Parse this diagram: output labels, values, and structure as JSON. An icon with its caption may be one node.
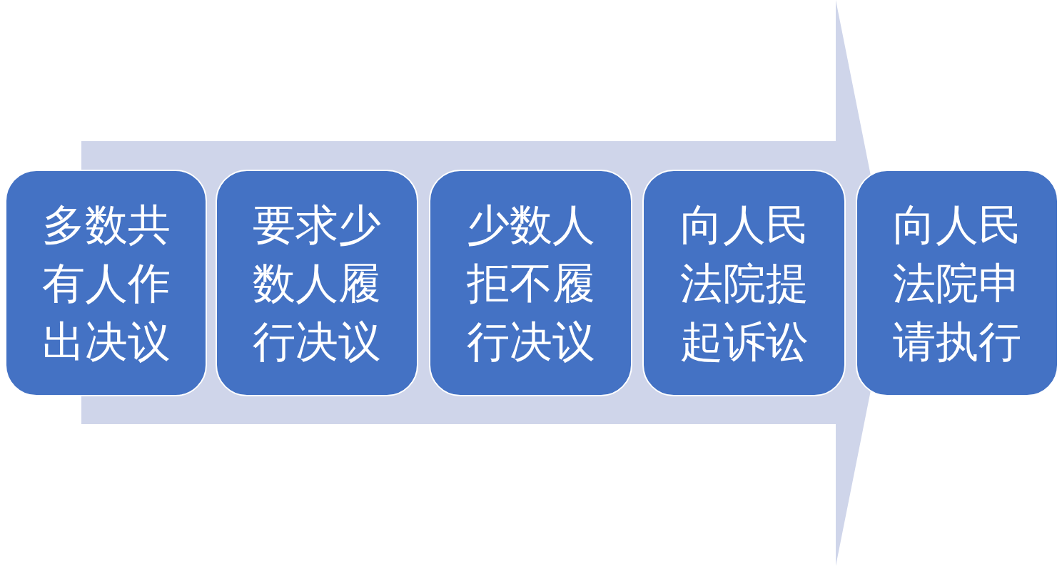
{
  "diagram": {
    "nodes": [
      {
        "text": [
          "多数共有人作出决议"
        ]
      },
      {
        "text": [
          "要求少数人履行决议"
        ]
      },
      {
        "text": [
          "少数人拒不履行决议"
        ]
      },
      {
        "text": [
          "向人民法院提起诉讼"
        ]
      },
      {
        "text": [
          "向人民法院申请执行"
        ]
      }
    ]
  }
}
